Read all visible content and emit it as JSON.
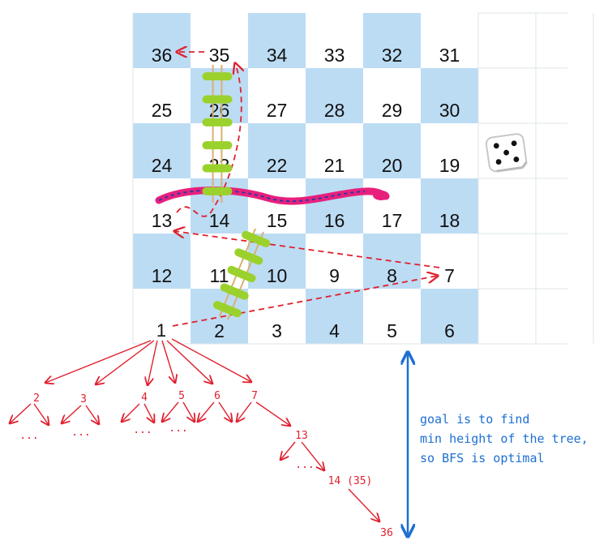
{
  "board": {
    "rows": [
      [
        36,
        35,
        34,
        33,
        32,
        31
      ],
      [
        25,
        26,
        27,
        28,
        29,
        30
      ],
      [
        24,
        23,
        22,
        21,
        20,
        19
      ],
      [
        13,
        14,
        15,
        16,
        17,
        18
      ],
      [
        12,
        11,
        10,
        9,
        8,
        7
      ],
      [
        1,
        2,
        3,
        4,
        5,
        6
      ]
    ],
    "colors": {
      "shaded": "#bcdcf4",
      "plain": "#ffffff",
      "grid": "#dde4ea"
    }
  },
  "ladders": [
    {
      "from": 2,
      "to": 11
    },
    {
      "from": 14,
      "to": 26
    }
  ],
  "snake": {
    "head_at": 17,
    "tail_at": 13
  },
  "tree": {
    "root": "1",
    "children": [
      "2",
      "3",
      "4",
      "5",
      "6",
      "7"
    ],
    "ellipsis": "...",
    "path": [
      "13",
      "14 (35)",
      "36"
    ]
  },
  "note": {
    "lines": [
      "goal is to find",
      "min height of the tree,",
      "so BFS is optimal"
    ]
  },
  "dice": {
    "icon": "dice-icon"
  },
  "colors": {
    "red": "#e0202e",
    "blue": "#1d6fd1",
    "ladder": "#9bd12c",
    "snake": "#e8207c"
  }
}
